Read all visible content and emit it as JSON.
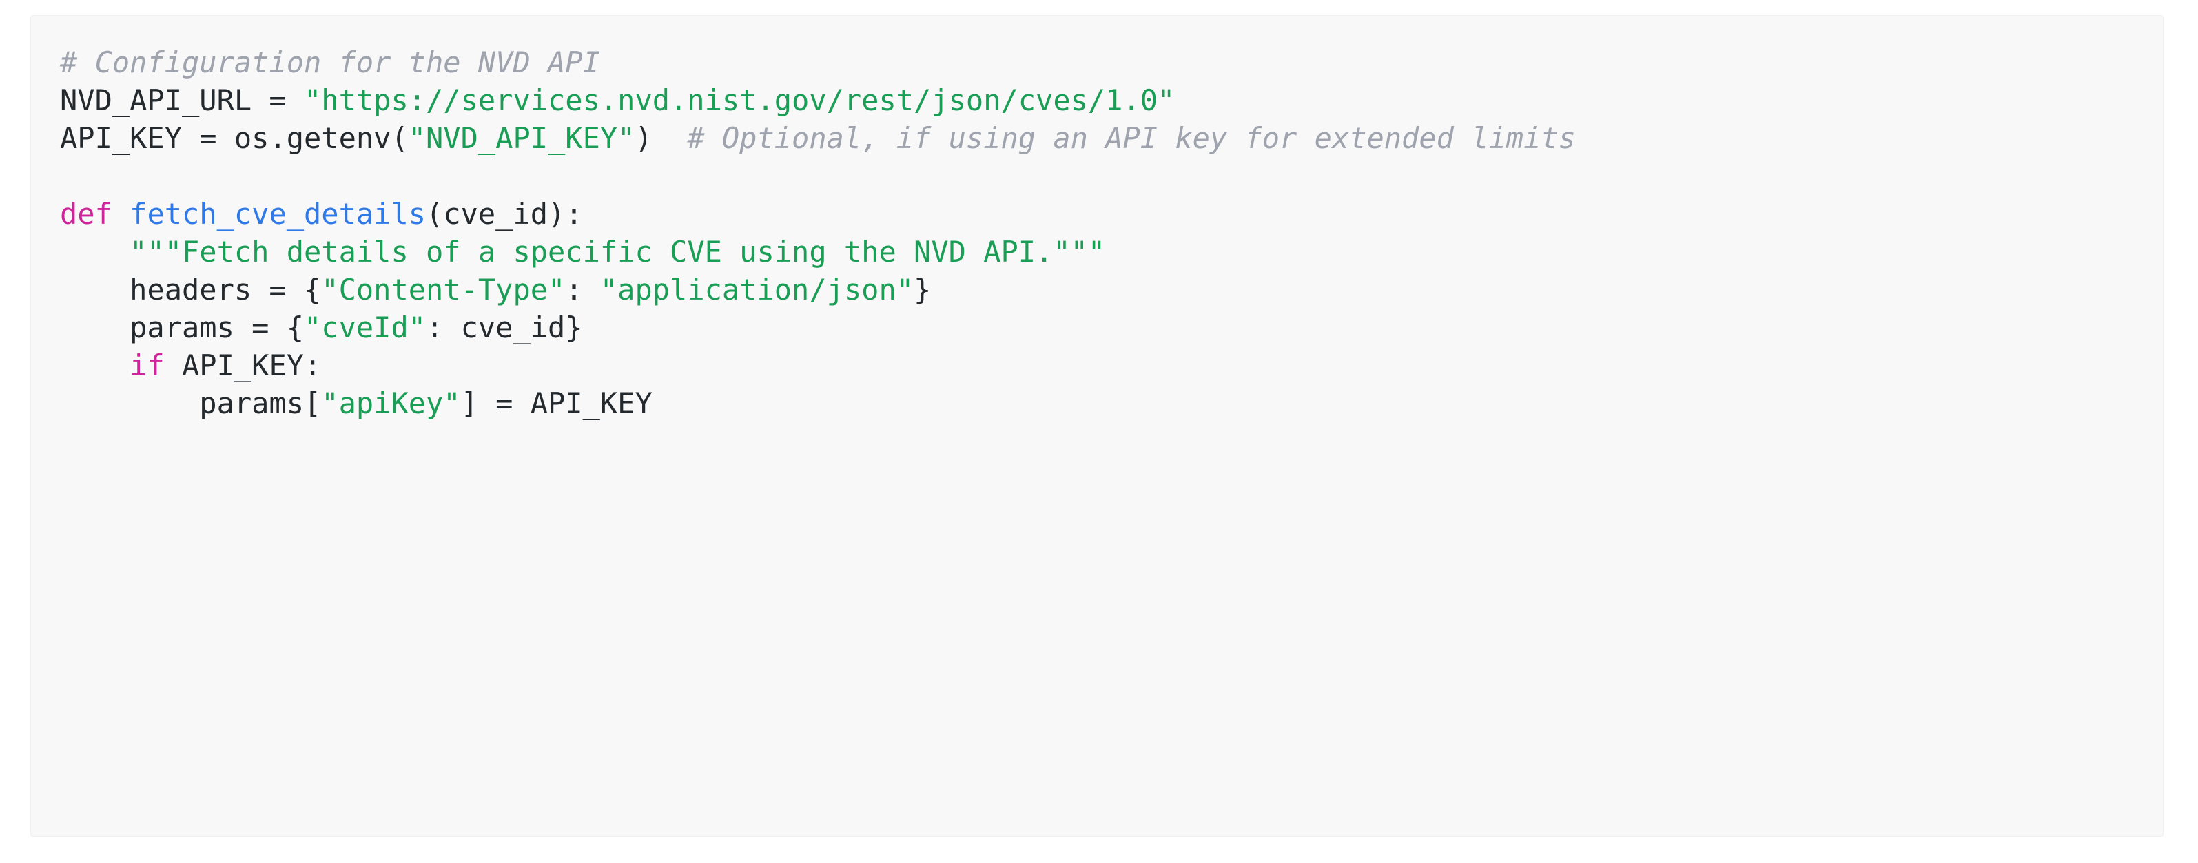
{
  "code_block": {
    "language": "python",
    "background_color": "#f8f8f8",
    "theme": {
      "comment_color": "#9ea3ad",
      "string_color": "#1a9e55",
      "keyword_color": "#cf259b",
      "function_color": "#2f7ae8",
      "plain_color": "#24292e"
    },
    "lines": [
      {
        "index": 1,
        "indent": 0,
        "text": "# Configuration for the NVD API",
        "tokens": [
          {
            "t": "# Configuration for the NVD API",
            "k": "com"
          }
        ]
      },
      {
        "index": 2,
        "indent": 0,
        "text": "NVD_API_URL = \"https://services.nvd.nist.gov/rest/json/cves/1.0\"",
        "tokens": [
          {
            "t": "NVD_API_URL = ",
            "k": "pln"
          },
          {
            "t": "\"https://services.nvd.nist.gov/rest/json/cves/1.0\"",
            "k": "str"
          }
        ]
      },
      {
        "index": 3,
        "indent": 0,
        "text": "API_KEY = os.getenv(\"NVD_API_KEY\")  # Optional, if using an API key for extended limits",
        "tokens": [
          {
            "t": "API_KEY = os.getenv(",
            "k": "pln"
          },
          {
            "t": "\"NVD_API_KEY\"",
            "k": "str"
          },
          {
            "t": ")  ",
            "k": "pln"
          },
          {
            "t": "# Optional, if using an API key for extended limits",
            "k": "com"
          }
        ]
      },
      {
        "index": 4,
        "indent": 0,
        "text": "",
        "tokens": []
      },
      {
        "index": 5,
        "indent": 0,
        "text": "def fetch_cve_details(cve_id):",
        "tokens": [
          {
            "t": "def",
            "k": "kw"
          },
          {
            "t": " ",
            "k": "pln"
          },
          {
            "t": "fetch_cve_details",
            "k": "fn"
          },
          {
            "t": "(cve_id):",
            "k": "pln"
          }
        ]
      },
      {
        "index": 6,
        "indent": 4,
        "text": "    \"\"\"Fetch details of a specific CVE using the NVD API.\"\"\"",
        "tokens": [
          {
            "t": "    ",
            "k": "pln"
          },
          {
            "t": "\"\"\"Fetch details of a specific CVE using the NVD API.\"\"\"",
            "k": "str"
          }
        ]
      },
      {
        "index": 7,
        "indent": 4,
        "text": "    headers = {\"Content-Type\": \"application/json\"}",
        "tokens": [
          {
            "t": "    headers = {",
            "k": "pln"
          },
          {
            "t": "\"Content-Type\"",
            "k": "str"
          },
          {
            "t": ": ",
            "k": "pln"
          },
          {
            "t": "\"application/json\"",
            "k": "str"
          },
          {
            "t": "}",
            "k": "pln"
          }
        ]
      },
      {
        "index": 8,
        "indent": 4,
        "text": "    params = {\"cveId\": cve_id}",
        "tokens": [
          {
            "t": "    params = {",
            "k": "pln"
          },
          {
            "t": "\"cveId\"",
            "k": "str"
          },
          {
            "t": ": cve_id}",
            "k": "pln"
          }
        ]
      },
      {
        "index": 9,
        "indent": 4,
        "text": "    if API_KEY:",
        "tokens": [
          {
            "t": "    ",
            "k": "pln"
          },
          {
            "t": "if",
            "k": "kw"
          },
          {
            "t": " API_KEY:",
            "k": "pln"
          }
        ]
      },
      {
        "index": 10,
        "indent": 8,
        "text": "        params[\"apiKey\"] = API_KEY",
        "tokens": [
          {
            "t": "        params[",
            "k": "pln"
          },
          {
            "t": "\"apiKey\"",
            "k": "str"
          },
          {
            "t": "] = API_KEY",
            "k": "pln"
          }
        ]
      }
    ]
  }
}
